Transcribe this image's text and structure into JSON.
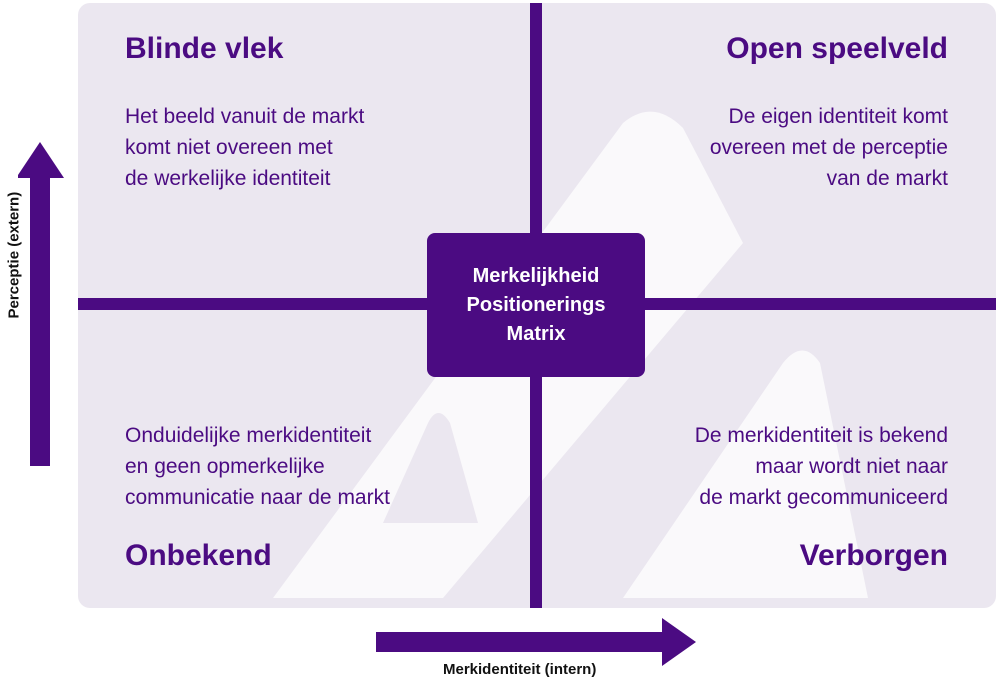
{
  "colors": {
    "accent": "#4b0b82",
    "panel": "#ebe7f0",
    "watermark": "#ffffff"
  },
  "center": {
    "line1": "Merkelijkheid",
    "line2": "Positionerings",
    "line3": "Matrix"
  },
  "quadrants": {
    "top_left": {
      "title": "Blinde vlek",
      "lines": [
        "Het beeld vanuit de markt",
        "komt niet overeen met",
        "de werkelijke identiteit"
      ]
    },
    "top_right": {
      "title": "Open speelveld",
      "lines": [
        "De eigen identiteit komt",
        "overeen met de perceptie",
        "van de markt"
      ]
    },
    "bottom_left": {
      "title": "Onbekend",
      "lines": [
        "Onduidelijke merkidentiteit",
        "en geen opmerkelijke",
        "communicatie naar de markt"
      ]
    },
    "bottom_right": {
      "title": "Verborgen",
      "lines": [
        "De merkidentiteit is bekend",
        "maar wordt niet naar",
        "de markt gecommuniceerd"
      ]
    }
  },
  "axes": {
    "y_label": "Perceptie (extern)",
    "x_label": "Merkidentiteit (intern)"
  }
}
